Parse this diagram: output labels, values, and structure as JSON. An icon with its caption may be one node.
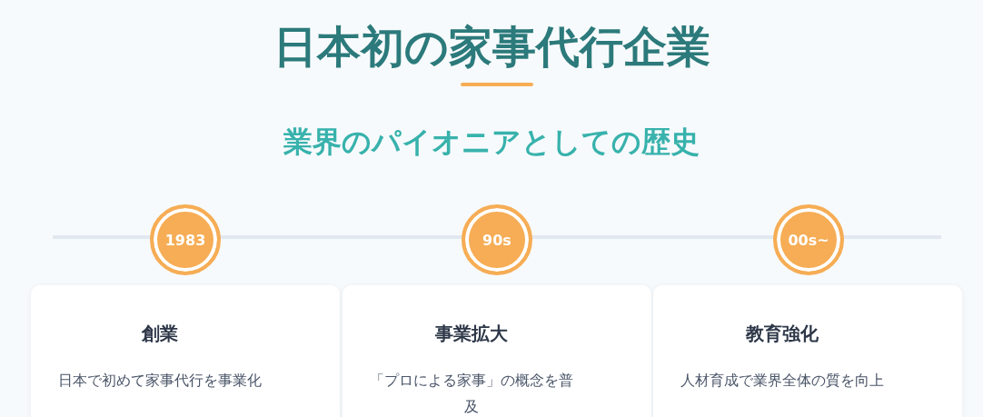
{
  "diagram": {
    "title": "日本初の家事代行企業",
    "nodes": [
      {
        "text": [
          "1983"
        ]
      },
      {
        "text": [
          "90s"
        ]
      },
      {
        "text": [
          "00s~"
        ]
      },
      {
        "text": [
          "創業",
          "日本で初めて家事代行を事業化"
        ]
      },
      {
        "text": [
          "事業拡大",
          "「プロによる家事」の概念を普及"
        ]
      },
      {
        "text": [
          "教育強化",
          "人材育成で業界全体の質を向上"
        ]
      }
    ],
    "labels": [
      "業界のパイオニアとしての歴史"
    ]
  }
}
